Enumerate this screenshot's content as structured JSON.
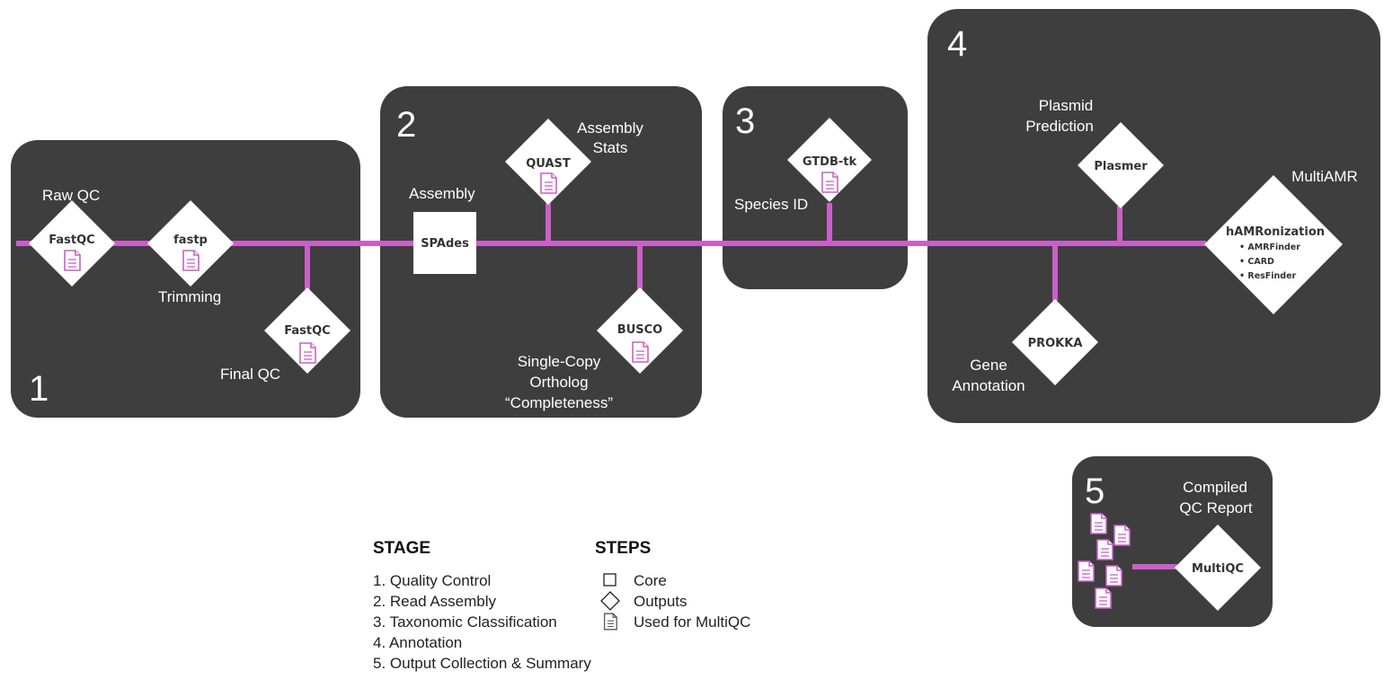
{
  "stages": [
    {
      "number": "1",
      "labels": [
        "Raw QC",
        "Trimming",
        "Final QC"
      ]
    },
    {
      "number": "2",
      "labels": [
        "Assembly",
        "Assembly",
        "Stats",
        "Single-Copy",
        "Ortholog",
        "“Completeness”"
      ]
    },
    {
      "number": "3",
      "labels": [
        "Species ID"
      ]
    },
    {
      "number": "4",
      "labels": [
        "Plasmid",
        "Prediction",
        "MultiAMR",
        "Gene",
        "Annotation"
      ]
    },
    {
      "number": "5",
      "labels": [
        "Compiled",
        "QC Report"
      ]
    }
  ],
  "tools": {
    "fastqc_raw": "FastQC",
    "fastp": "fastp",
    "fastqc_final": "FastQC",
    "spades": "SPAdes",
    "quast": "QUAST",
    "busco": "BUSCO",
    "gtdbtk": "GTDB-tk",
    "plasmer": "Plasmer",
    "hamronization": "hAMRonization",
    "hamronization_items": [
      "• AMRFinder",
      "• CARD",
      "• ResFinder"
    ],
    "prokka": "PROKKA",
    "multiqc": "MultiQC"
  },
  "legend": {
    "stage_heading": "STAGE",
    "stages": [
      "1. Quality Control",
      "2. Read Assembly",
      "3. Taxonomic Classification",
      "4. Annotation",
      "5. Output Collection & Summary"
    ],
    "steps_heading": "STEPS",
    "steps": [
      {
        "shape": "square-icon",
        "label": "Core"
      },
      {
        "shape": "diamond-icon",
        "label": "Outputs"
      },
      {
        "shape": "document-icon",
        "label": "Used for MultiQC"
      }
    ]
  },
  "colors": {
    "panel": "#3f3e3e",
    "pipeline": "#c960c8",
    "node": "#ffffff"
  }
}
